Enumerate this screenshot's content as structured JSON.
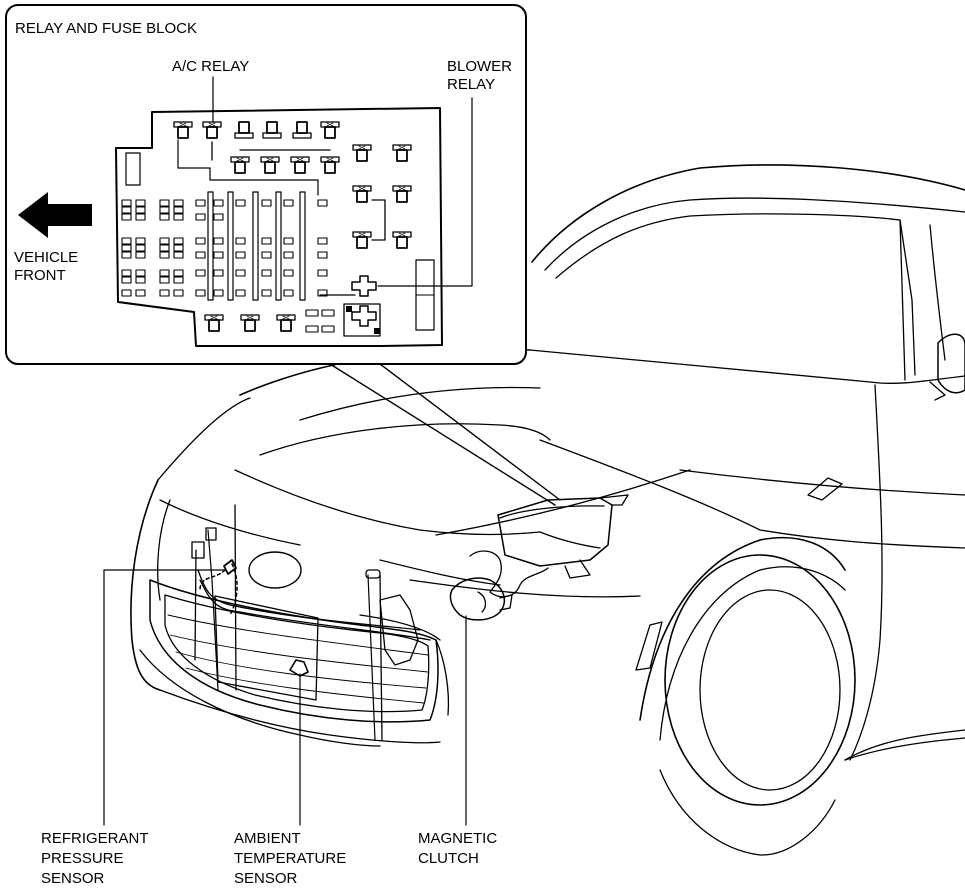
{
  "inset": {
    "title": "RELAY AND FUSE BLOCK",
    "ac_relay": "A/C RELAY",
    "blower_relay": [
      "BLOWER",
      "RELAY"
    ],
    "vehicle_front": [
      "VEHICLE",
      "FRONT"
    ]
  },
  "callouts": {
    "refrigerant_pressure_sensor": [
      "REFRIGERANT",
      "PRESSURE",
      "SENSOR"
    ],
    "ambient_temperature_sensor": [
      "AMBIENT",
      "TEMPERATURE",
      "SENSOR"
    ],
    "magnetic_clutch": [
      "MAGNETIC",
      "CLUTCH"
    ]
  },
  "colors": {
    "line": "#000000",
    "background": "#ffffff",
    "arrow": "#000000"
  }
}
